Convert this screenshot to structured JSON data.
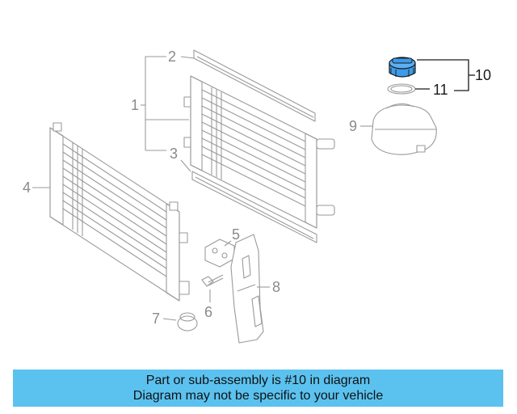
{
  "diagram": {
    "callouts": {
      "c1": "1",
      "c2": "2",
      "c3": "3",
      "c4": "4",
      "c5": "5",
      "c6": "6",
      "c7": "7",
      "c8": "8",
      "c9": "9",
      "c10": "10",
      "c11": "11"
    },
    "highlighted_part": "10",
    "highlight_color": "#3d9be9"
  },
  "banner": {
    "line1": "Part or sub-assembly is #10 in diagram",
    "line2": "Diagram may not be specific to your vehicle",
    "background": "#5bc2f0"
  }
}
